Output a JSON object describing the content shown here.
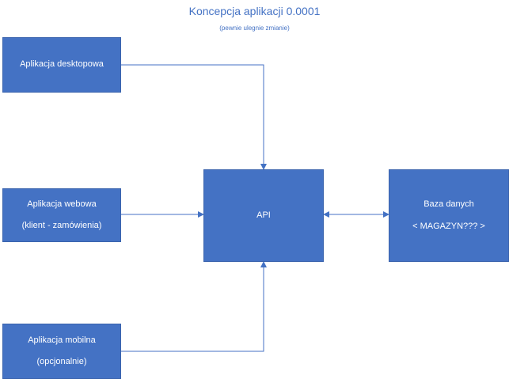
{
  "title": "Koncepcja aplikacji 0.0001",
  "subtitle": "(pewnie ulegnie zmianie)",
  "nodes": {
    "desktop": {
      "line1": "Aplikacja desktopowa"
    },
    "web": {
      "line1": "Aplikacja webowa",
      "line2": "(klient - zamówienia)"
    },
    "mobile": {
      "line1": "Aplikacja mobilna",
      "line2": "(opcjonalnie)"
    },
    "api": {
      "line1": "API"
    },
    "db": {
      "line1": "Baza danych",
      "line2": "< MAGAZYN??? >"
    }
  },
  "colors": {
    "box": "#4472c4",
    "line": "#4472c4"
  }
}
